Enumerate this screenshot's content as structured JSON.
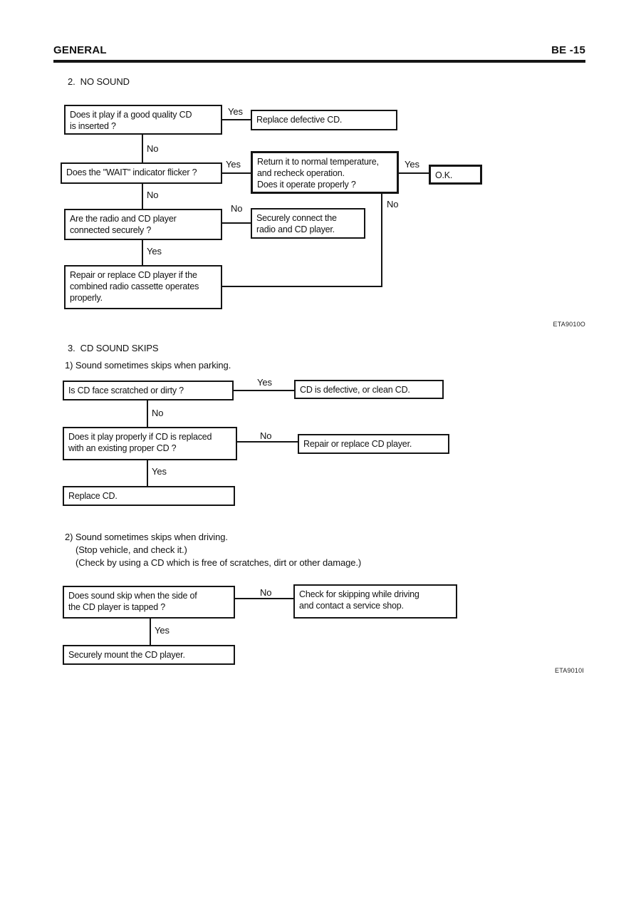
{
  "header": {
    "section_title": "GENERAL",
    "page_number": "BE -15"
  },
  "labels": {
    "yes": "Yes",
    "no": "No"
  },
  "section2": {
    "title": "2.  NO SOUND"
  },
  "chart1": {
    "code": "ETA9010O",
    "q_good_cd": "Does it play if a good quality CD\nis inserted ?",
    "a_replace_defective": "Replace defective CD.",
    "q_wait_flicker": "Does the \"WAIT\" indicator flicker ?",
    "a_return_temp": "Return it to normal temperature,\nand recheck operation.\nDoes it operate properly ?",
    "a_ok": "O.K.",
    "q_connected": "Are the radio and CD player\nconnected securely ?",
    "a_connect_securely": "Securely connect the\nradio and CD player.",
    "a_repair_combined": "Repair or replace CD player if the\ncombined radio cassette operates\nproperly."
  },
  "section3": {
    "title": "3.  CD SOUND SKIPS",
    "sub1": "1) Sound sometimes skips when parking.",
    "sub2": "2) Sound sometimes skips when driving.",
    "sub2_note1": "(Stop vehicle, and check it.)",
    "sub2_note2": "(Check by using a CD which is free of scratches, dirt or other damage.)"
  },
  "chart2": {
    "q_scratched": "Is CD face scratched or dirty ?",
    "a_defective": "CD is defective, or clean CD.",
    "q_play_proper": "Does it play properly if CD is replaced\nwith an existing proper CD ?",
    "a_repair_player": "Repair or replace CD player.",
    "a_replace_cd": "Replace CD."
  },
  "chart3": {
    "code": "ETA9010I",
    "q_skip_tapped": "Does sound skip when the side of\nthe CD player is tapped ?",
    "a_check_driving": "Check for skipping while driving\nand contact a service shop.",
    "a_mount": "Securely mount the CD player."
  }
}
